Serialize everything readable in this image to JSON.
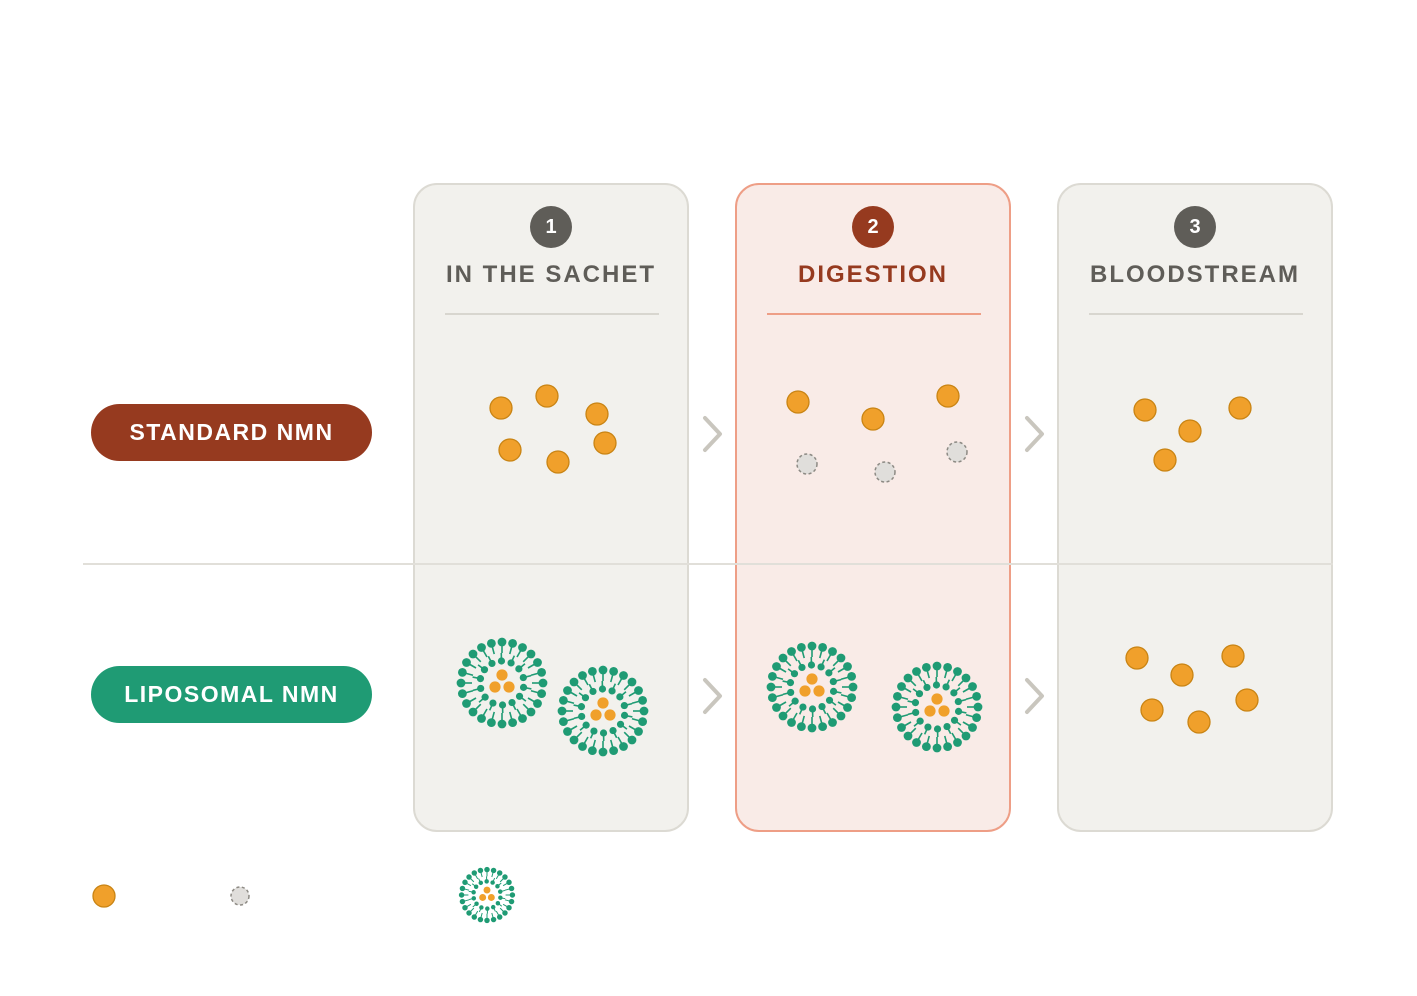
{
  "stages": [
    {
      "number": "1",
      "title": "IN THE SACHET",
      "state": "neutral"
    },
    {
      "number": "2",
      "title": "DIGESTION",
      "state": "active"
    },
    {
      "number": "3",
      "title": "BLOODSTREAM",
      "state": "neutral"
    }
  ],
  "rows": [
    {
      "label": "STANDARD NMN",
      "color": "#963a1f"
    },
    {
      "label": "LIPOSOMAL NMN",
      "color": "#1f9b74"
    }
  ],
  "colors": {
    "nmn_molecule": "#f0a02b",
    "degraded_molecule": "#e0dedb",
    "liposome_shell": "#1f9b74",
    "arrow": "#c9c6be"
  },
  "legend": {
    "icons": [
      "nmn-molecule-icon",
      "degraded-molecule-icon",
      "liposome-icon"
    ]
  }
}
